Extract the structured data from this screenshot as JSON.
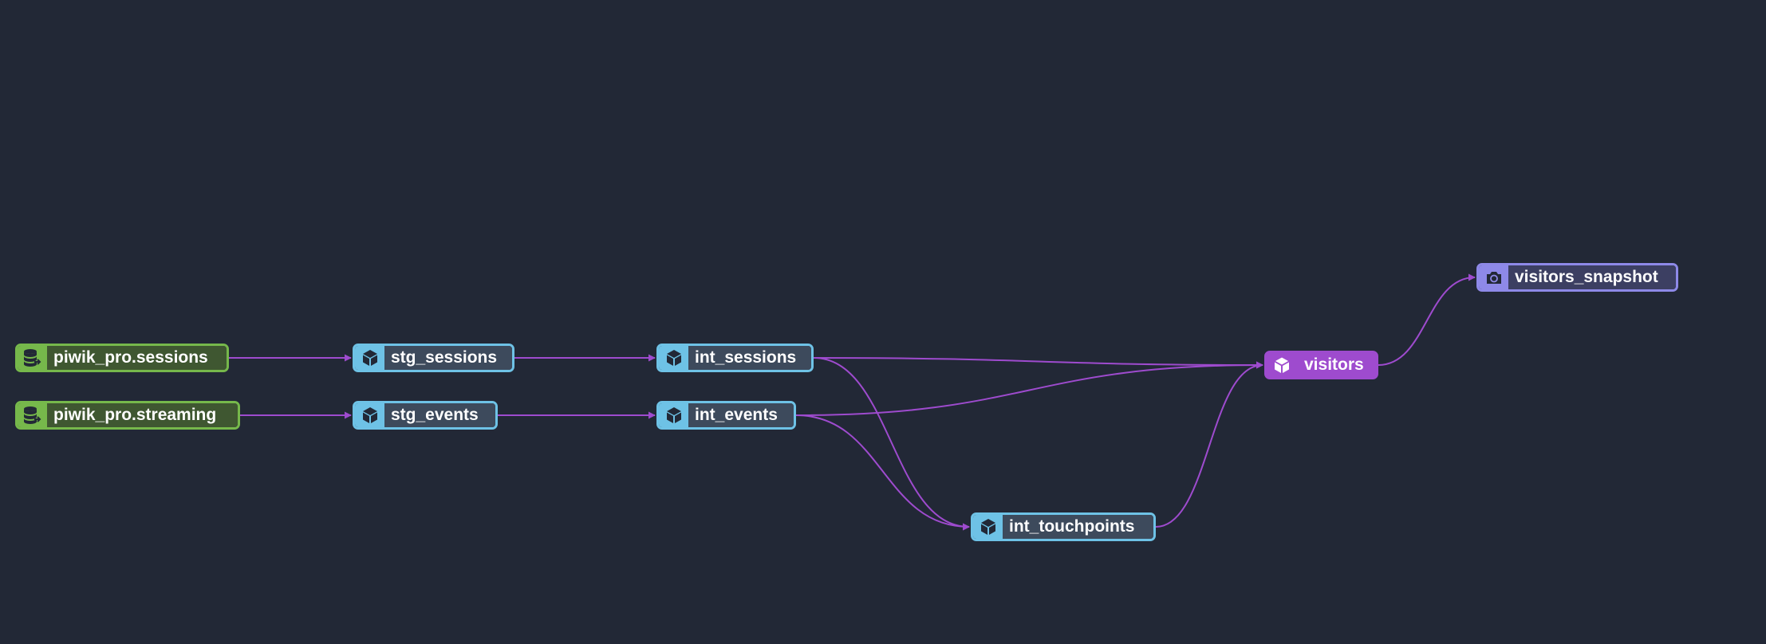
{
  "nodes": {
    "piwik_sessions": {
      "label": "piwik_pro.sessions",
      "type": "source",
      "icon": "database-icon"
    },
    "piwik_streaming": {
      "label": "piwik_pro.streaming",
      "type": "source",
      "icon": "database-icon"
    },
    "stg_sessions": {
      "label": "stg_sessions",
      "type": "model",
      "icon": "cube-icon"
    },
    "stg_events": {
      "label": "stg_events",
      "type": "model",
      "icon": "cube-icon"
    },
    "int_sessions": {
      "label": "int_sessions",
      "type": "model",
      "icon": "cube-icon"
    },
    "int_events": {
      "label": "int_events",
      "type": "model",
      "icon": "cube-icon"
    },
    "int_touchpoints": {
      "label": "int_touchpoints",
      "type": "model",
      "icon": "cube-icon"
    },
    "visitors": {
      "label": "visitors",
      "type": "selected",
      "icon": "cube-icon"
    },
    "visitors_snapshot": {
      "label": "visitors_snapshot",
      "type": "snapshot",
      "icon": "camera-icon"
    }
  },
  "edges": [
    {
      "from": "piwik_sessions",
      "to": "stg_sessions"
    },
    {
      "from": "piwik_streaming",
      "to": "stg_events"
    },
    {
      "from": "stg_sessions",
      "to": "int_sessions"
    },
    {
      "from": "stg_events",
      "to": "int_events"
    },
    {
      "from": "int_sessions",
      "to": "visitors"
    },
    {
      "from": "int_events",
      "to": "visitors"
    },
    {
      "from": "int_sessions",
      "to": "int_touchpoints"
    },
    {
      "from": "int_events",
      "to": "int_touchpoints"
    },
    {
      "from": "int_touchpoints",
      "to": "visitors"
    },
    {
      "from": "visitors",
      "to": "visitors_snapshot"
    }
  ],
  "colors": {
    "background": "#222836",
    "edge": "#9e4bce",
    "source": "#76b84b",
    "model": "#6ec2e6",
    "selected": "#9e4bce",
    "snapshot": "#8e89e8"
  }
}
